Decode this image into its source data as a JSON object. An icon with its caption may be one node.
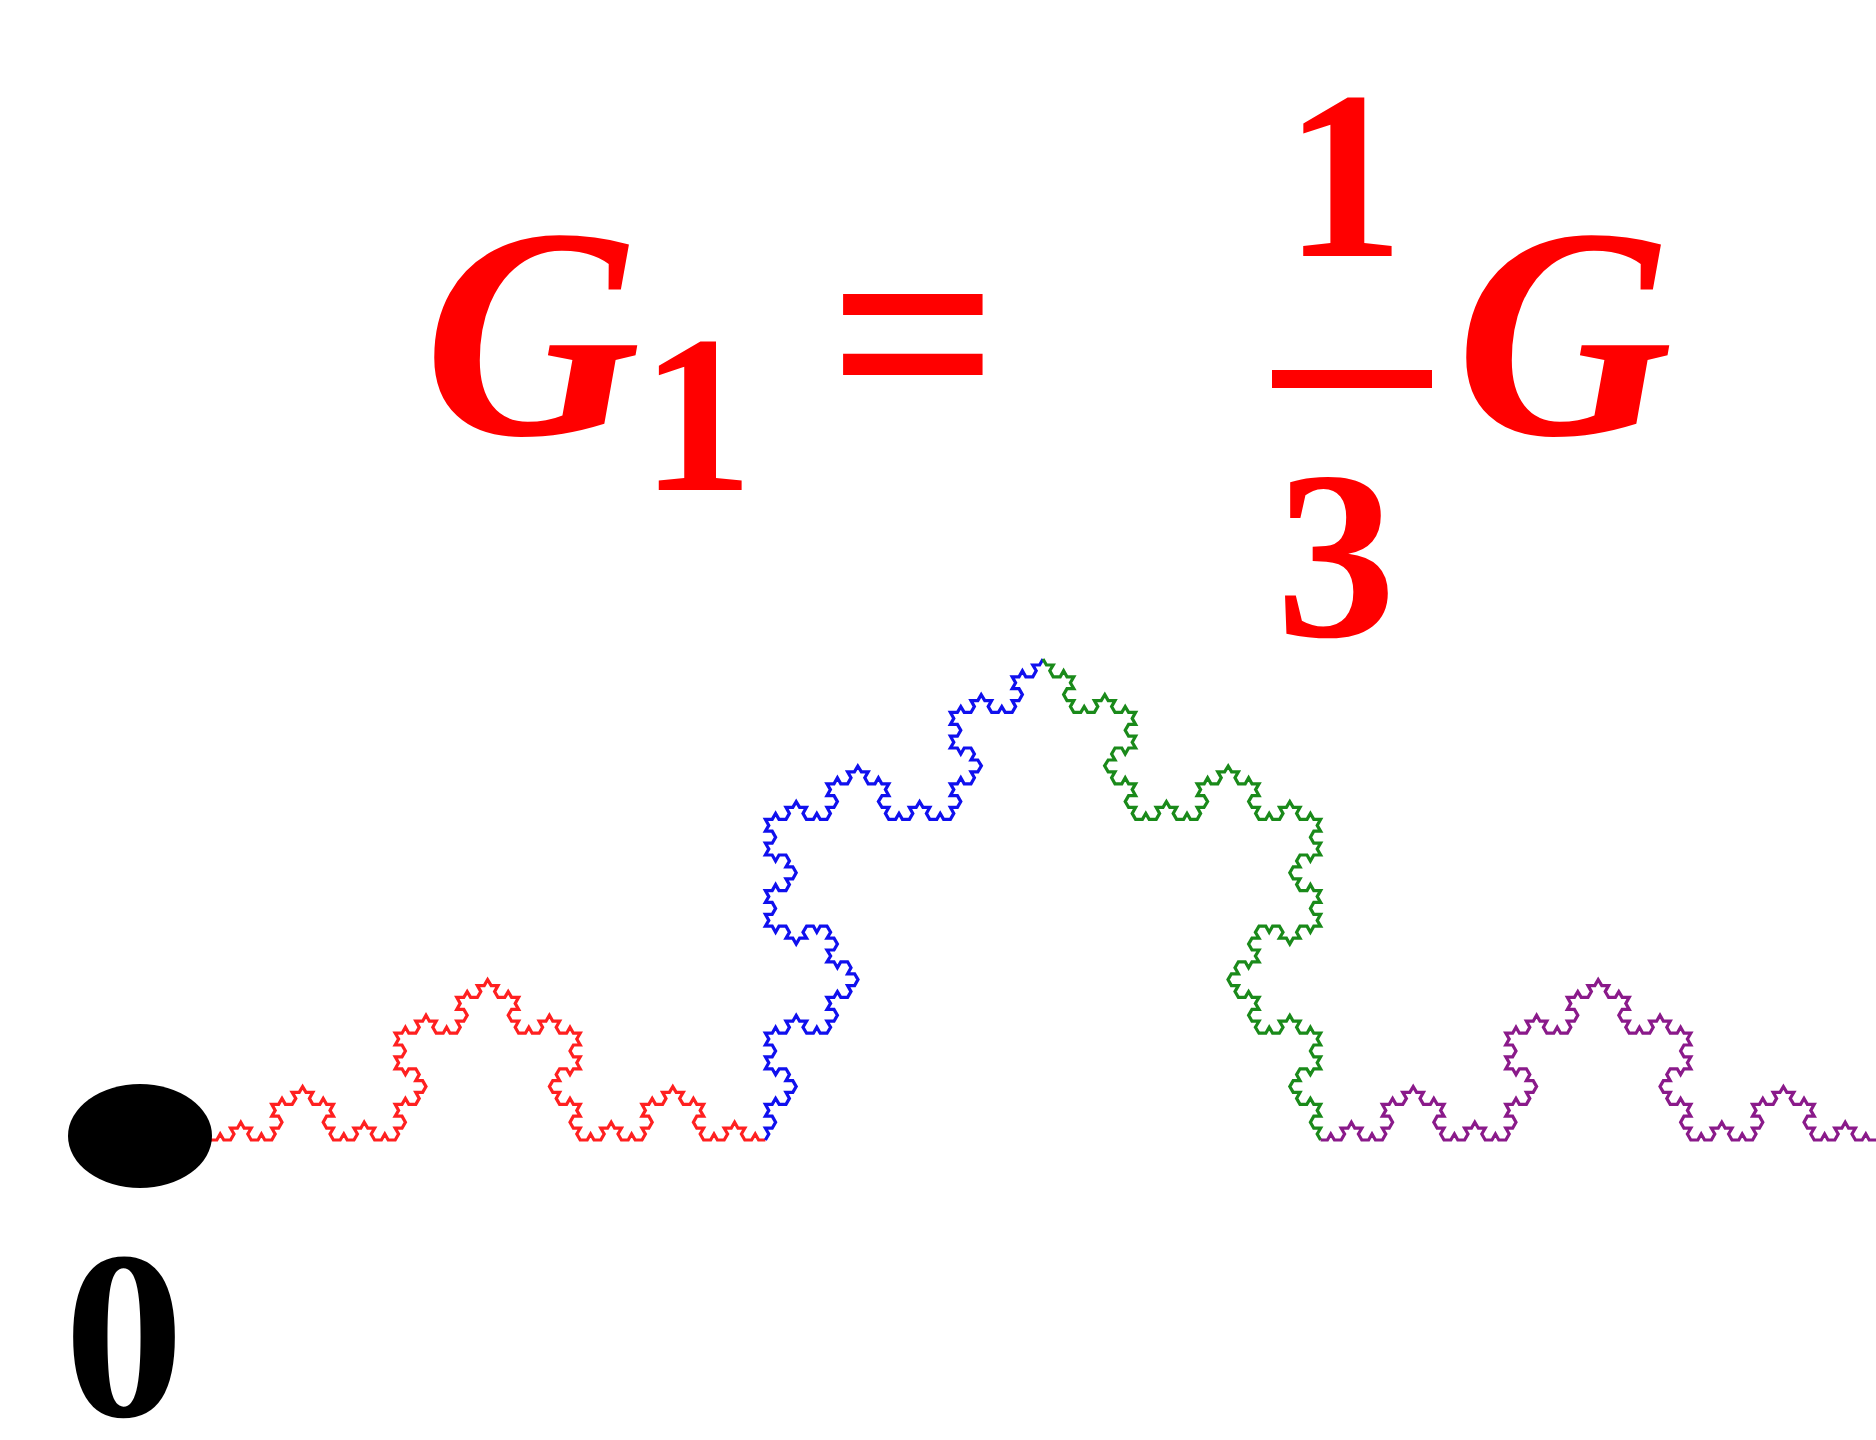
{
  "diagram": {
    "labels": [
      "*G*$_{1}$ =",
      "1",
      "3",
      "G",
      "0"
    ]
  }
}
